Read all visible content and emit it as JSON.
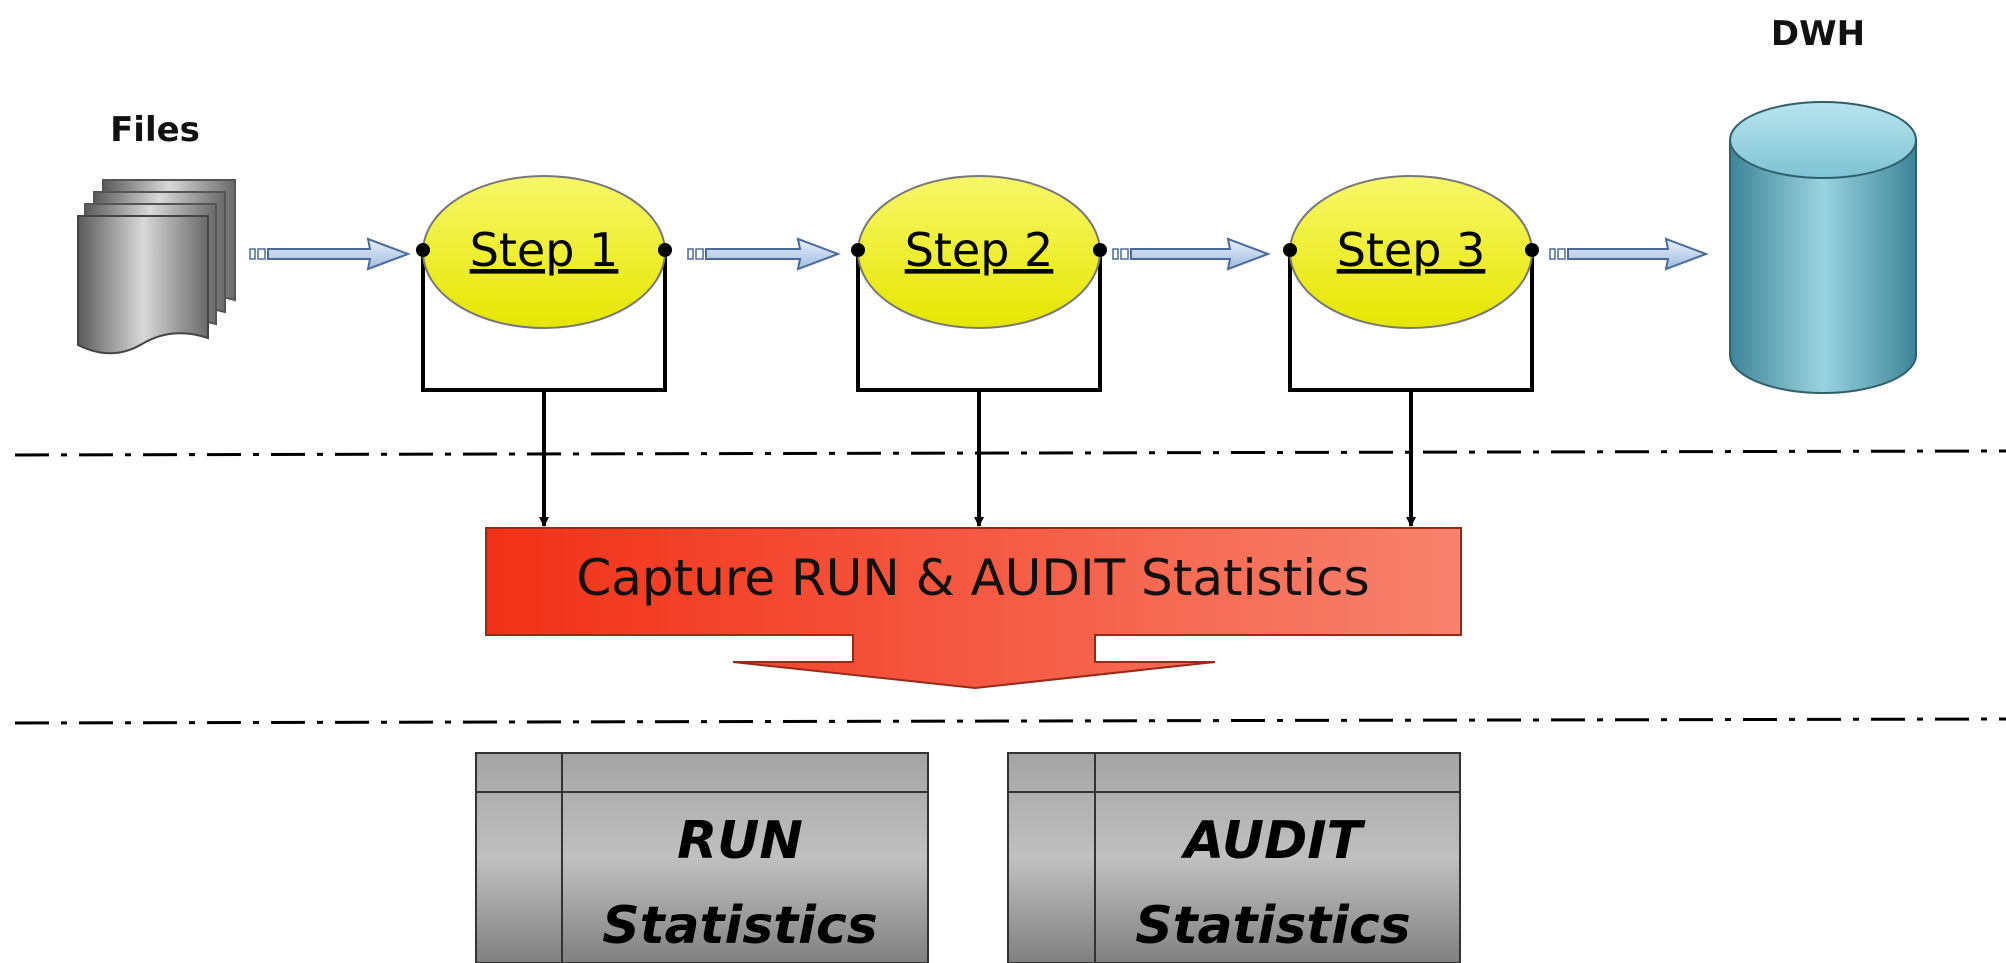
{
  "sources": {
    "files_label": "Files"
  },
  "target": {
    "dwh_label": "DWH"
  },
  "steps": [
    {
      "label": "Step 1"
    },
    {
      "label": "Step 2"
    },
    {
      "label": "Step 3"
    }
  ],
  "capture": {
    "label": "Capture RUN & AUDIT Statistics"
  },
  "tables": [
    {
      "line1": "RUN",
      "line2": "Statistics"
    },
    {
      "line1": "AUDIT",
      "line2": "Statistics"
    }
  ],
  "colors": {
    "step_fill": "#f0f030",
    "capture_fill_left": "#f23017",
    "capture_fill_right": "#f7806c",
    "cylinder": "#6bb3c4",
    "table": "#a6a6a6",
    "flow_arrow": "#c5d8ee"
  }
}
